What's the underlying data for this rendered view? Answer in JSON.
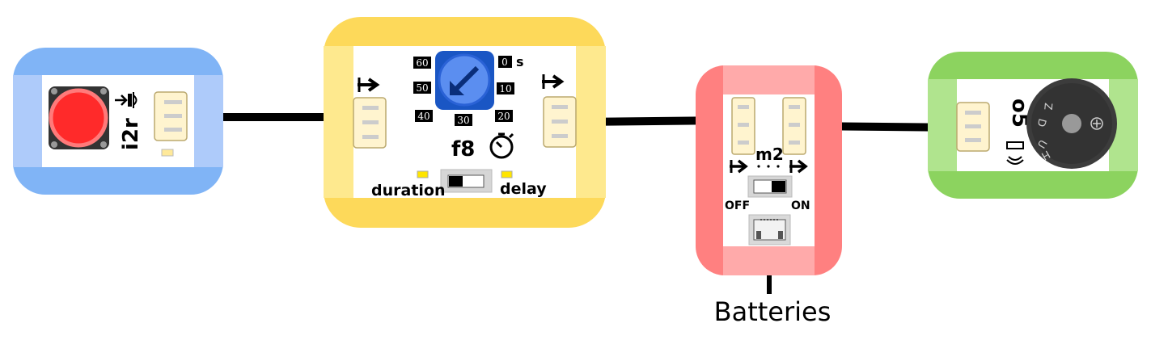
{
  "modules": {
    "button": {
      "label": "i2r",
      "border_color": "#80b4f6",
      "stripe_color": "#aecbfa",
      "button_color": "#ff2a2a"
    },
    "timer": {
      "label": "f8",
      "border_color": "#fdd95a",
      "stripe_color": "#fee98e",
      "dial_color": "#1a56c4",
      "dial_ticks": [
        "60",
        "0",
        "50",
        "10",
        "40",
        "30",
        "20"
      ],
      "unit": "s",
      "left_mode": "duration",
      "right_mode": "delay",
      "input_arrow": "input-arrow",
      "output_arrow": "output-arrow"
    },
    "power": {
      "label": "m2",
      "off_label": "OFF",
      "on_label": "ON",
      "border_color": "#ff8080",
      "stripe_color": "#ffaaaa"
    },
    "buzzer": {
      "label": "o5",
      "border_color": "#8cd35f",
      "stripe_color": "#b0e48e",
      "buzzer_letters": [
        "H",
        "U",
        "D",
        "Z"
      ]
    }
  },
  "battery_label": "Batteries"
}
